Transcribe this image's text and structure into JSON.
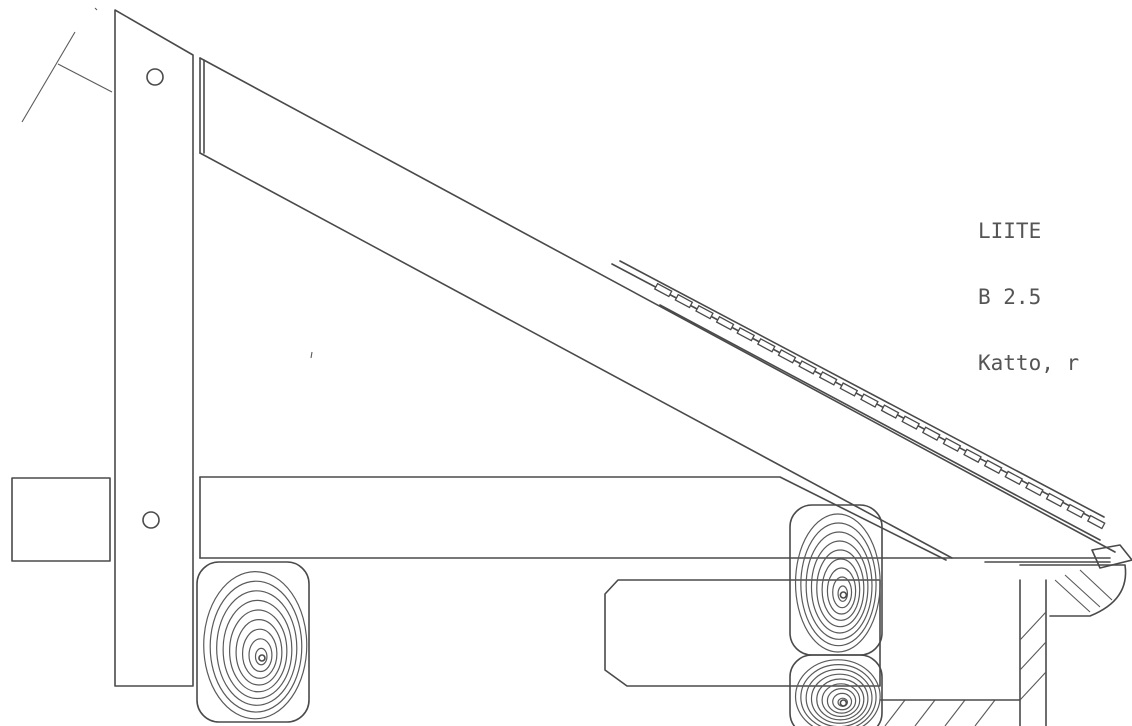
{
  "caption": {
    "line1": "LIITE",
    "line2": "B 2.5",
    "line3": "Katto, r"
  },
  "colors": {
    "line": "#4a4a4a",
    "text": "#555555",
    "background": "#ffffff"
  }
}
